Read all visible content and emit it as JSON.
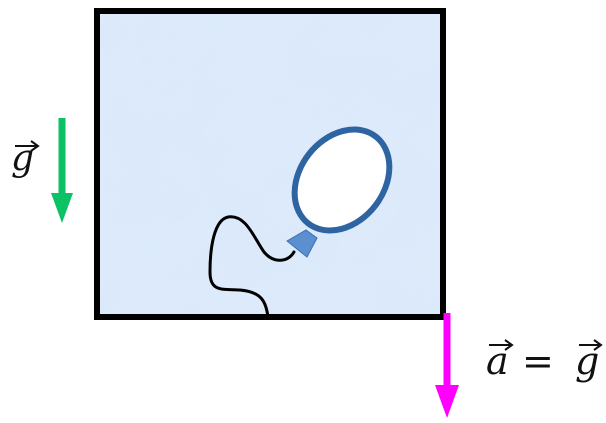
{
  "labels": {
    "gravity_symbol": "g",
    "acceleration_symbol": "a",
    "equals_sign": "=",
    "acceleration_rhs_symbol": "g"
  },
  "colors": {
    "gravity_arrow": "#0cc265",
    "acceleration_arrow": "#ff00ff",
    "box_border": "#000000",
    "box_fill_light": "#dbe9fb",
    "box_fill_mid": "#b9d4f5",
    "balloon_outline": "#2f64a3",
    "balloon_fill": "#ffffff",
    "balloon_knot": "#5b8fcf",
    "string": "#000000"
  },
  "icons": {
    "gravity_vector_arrow": "arrow-down",
    "acceleration_vector_arrow": "arrow-down",
    "vector_accent": "right-harpoon"
  }
}
